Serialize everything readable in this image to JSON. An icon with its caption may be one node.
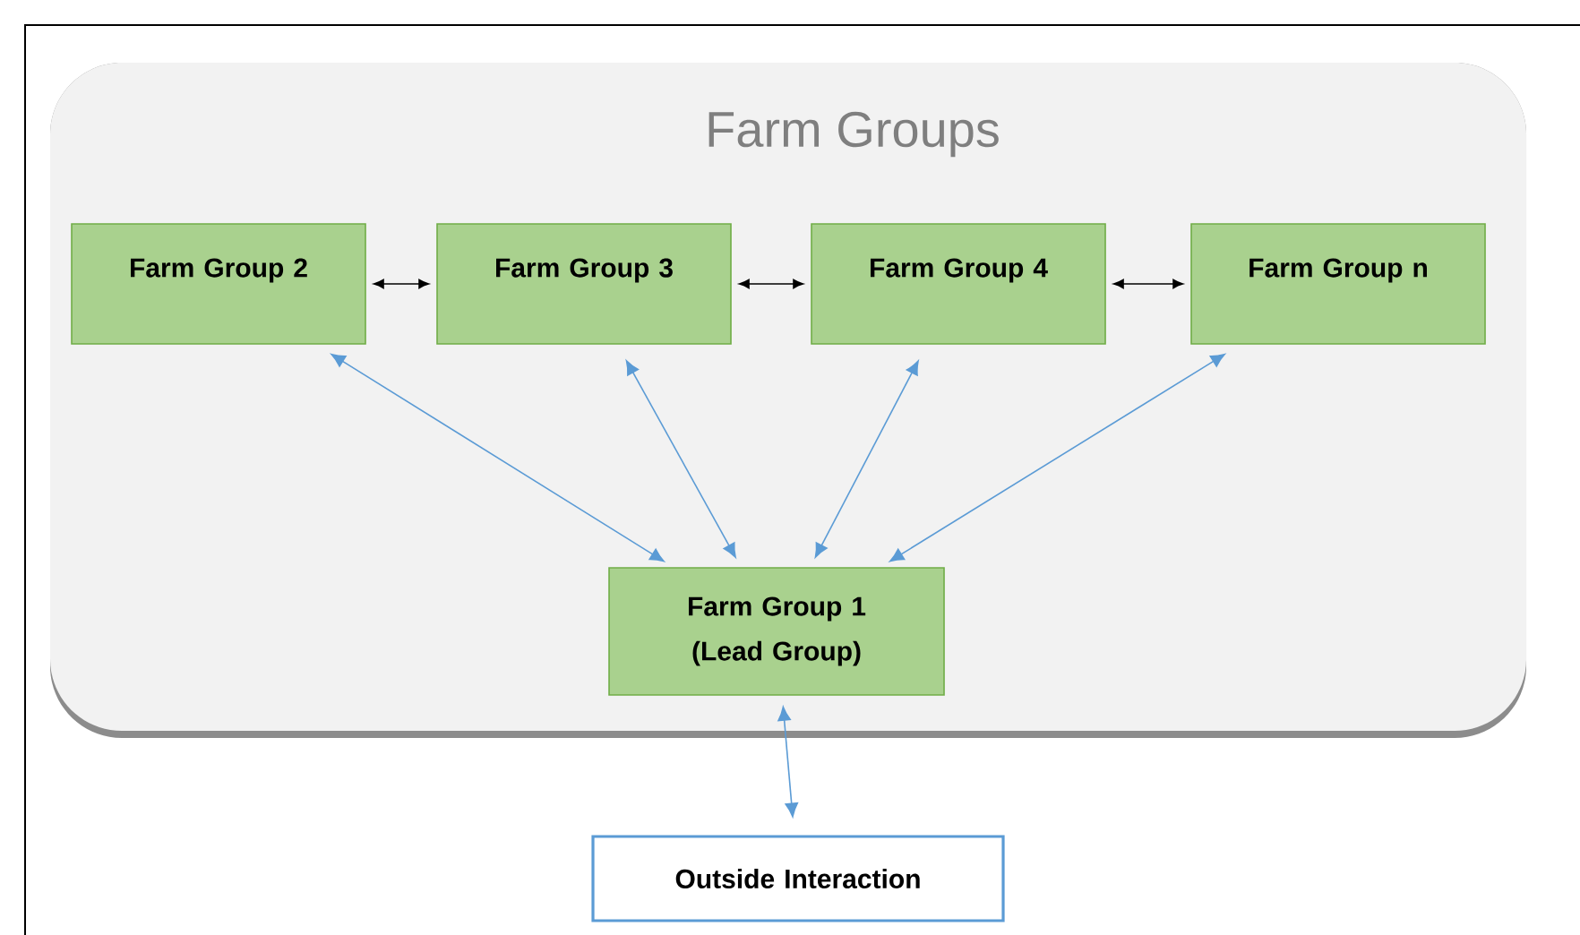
{
  "diagram": {
    "nodes": [
      {
        "text": [
          "Farm Groups"
        ]
      },
      {
        "text": [
          "Farm Group 2"
        ],
        "in": 0
      },
      {
        "text": [
          "Farm Group 3"
        ],
        "in": 0
      },
      {
        "text": [
          "Farm Group 4"
        ],
        "in": 0
      },
      {
        "text": [
          "Farm Group n"
        ],
        "in": 0
      },
      {
        "text": [
          "Farm Group 1 (Lead Group)"
        ],
        "in": 0
      },
      {
        "text": [
          "Outside Interaction"
        ]
      }
    ],
    "edges": [
      {
        "from": 1,
        "to": 2,
        "arrow": "both",
        "color": "#000000"
      },
      {
        "from": 2,
        "to": 3,
        "arrow": "both",
        "color": "#000000"
      },
      {
        "from": 3,
        "to": 4,
        "arrow": "both",
        "color": "#000000"
      },
      {
        "from": 5,
        "to": 1,
        "arrow": "both"
      },
      {
        "from": 5,
        "to": 2,
        "arrow": "both"
      },
      {
        "from": 5,
        "to": 3,
        "arrow": "both"
      },
      {
        "from": 5,
        "to": 4,
        "arrow": "both"
      },
      {
        "from": 5,
        "to": 6,
        "arrow": "both"
      }
    ]
  }
}
